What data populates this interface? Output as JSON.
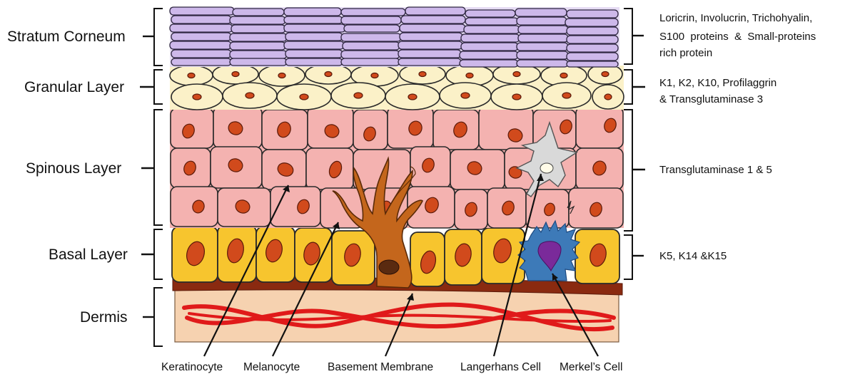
{
  "layers": {
    "stratum_corneum": "Stratum Corneum",
    "granular": "Granular Layer",
    "spinous": "Spinous Layer",
    "basal": "Basal Layer",
    "dermis": "Dermis"
  },
  "proteins": {
    "corneum": [
      "Loricrin, Involucrin, Trichohyalin,",
      "S100  proteins  &  Small-proteins",
      "rich protein"
    ],
    "granular": [
      "K1, K2, K10, Profilaggrin",
      "& Transglutaminase 3"
    ],
    "spinous": [
      "Transglutaminase 1 & 5"
    ],
    "basal": [
      "K5, K14 &K15"
    ]
  },
  "cells": {
    "keratinocyte": "Keratinocyte",
    "melanocyte": "Melanocyte",
    "basement_membrane": "Basement Membrane",
    "langerhans": "Langerhans Cell",
    "merkel": "Merkel’s Cell"
  },
  "colors": {
    "corneum": "#cdb8ea",
    "granular": "#fbf1c8",
    "spinous": "#f4b2b0",
    "basal": "#f7c52e",
    "nucleus": "#d14a1c",
    "melanocyte": "#c4661c",
    "langerhans": "#d9d9d9",
    "merkel": "#3d7ab8",
    "merkel_nucleus": "#7a2a9a",
    "basement_membrane": "#8a2a10",
    "dermis": "#f6d2b0",
    "dermis_fibers": "#e01a1a"
  }
}
